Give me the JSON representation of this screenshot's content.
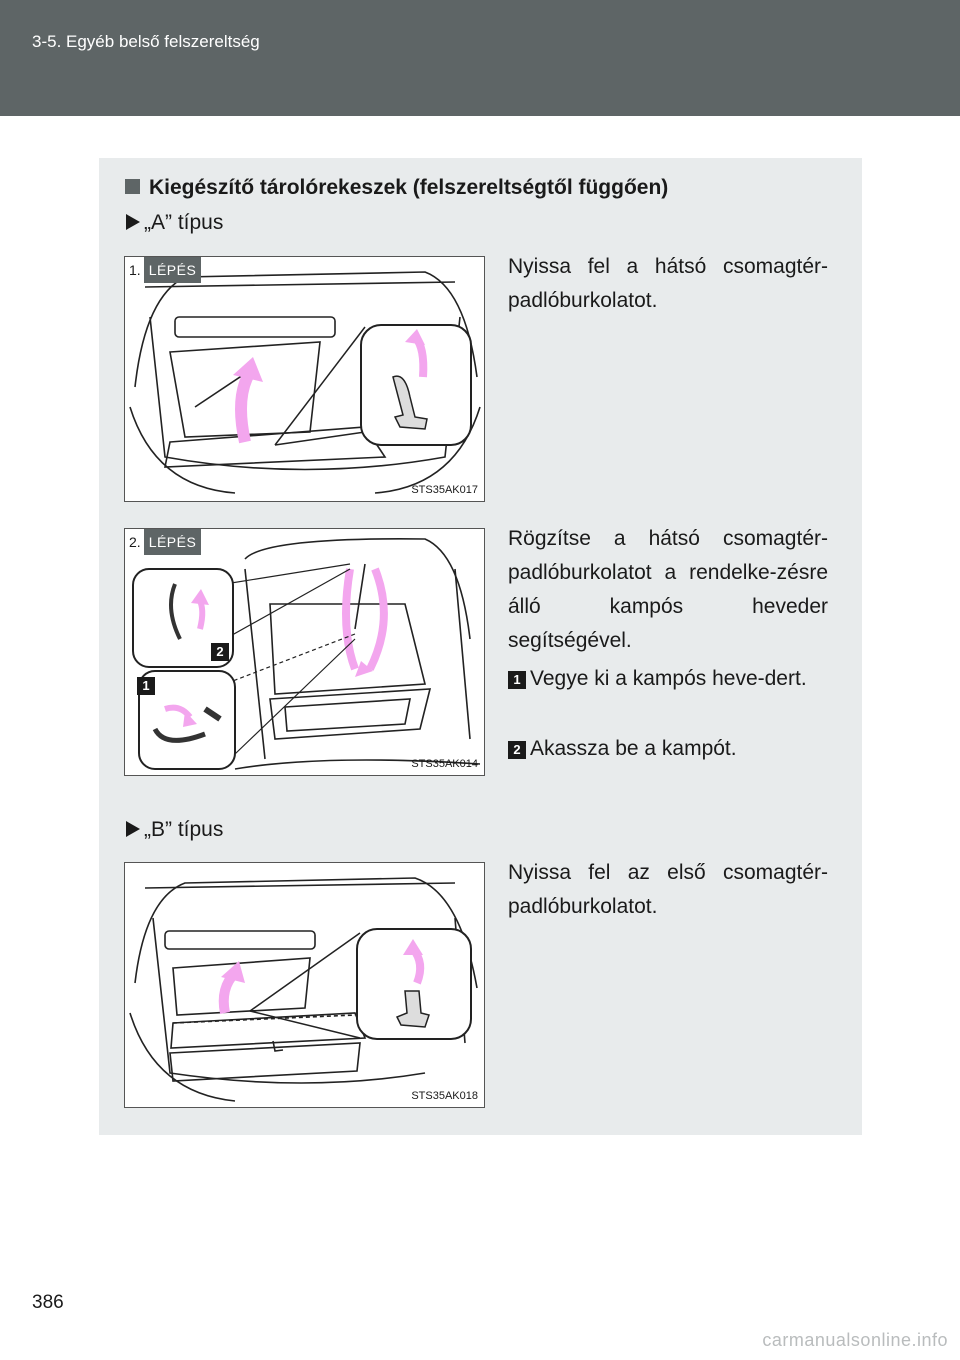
{
  "header": {
    "title": "3-5. Egyéb belső felszereltség"
  },
  "section": {
    "title": "Kiegészítő tárolórekeszek (felszereltségtől függően)"
  },
  "type_a": {
    "label": "„A” típus",
    "step1": {
      "badge_num": "1.",
      "badge_word": "LÉPÉS",
      "figure_code": "STS35AK017",
      "text": "Nyissa fel a hátsó csomagtér-padlóburkolatot."
    },
    "step2": {
      "badge_num": "2.",
      "badge_word": "LÉPÉS",
      "figure_code": "STS35AK014",
      "text": "Rögzítse a hátsó csomagtér-padlóburkolatot a rendelke-zésre álló kampós heveder segítségével.",
      "items": [
        {
          "num": "1",
          "text": "Vegye ki a kampós heve-dert."
        },
        {
          "num": "2",
          "text": "Akassza be a kampót."
        }
      ]
    }
  },
  "type_b": {
    "label": "„B” típus",
    "figure_code": "STS35AK018",
    "text": "Nyissa fel az első csomagtér-padlóburkolatot."
  },
  "page": {
    "number": "386"
  },
  "footer": {
    "url": "carmanualsonline.info"
  },
  "colors": {
    "header": "#5e6566",
    "panel": "#e8ebec",
    "arrow": "#f3a6ee"
  }
}
